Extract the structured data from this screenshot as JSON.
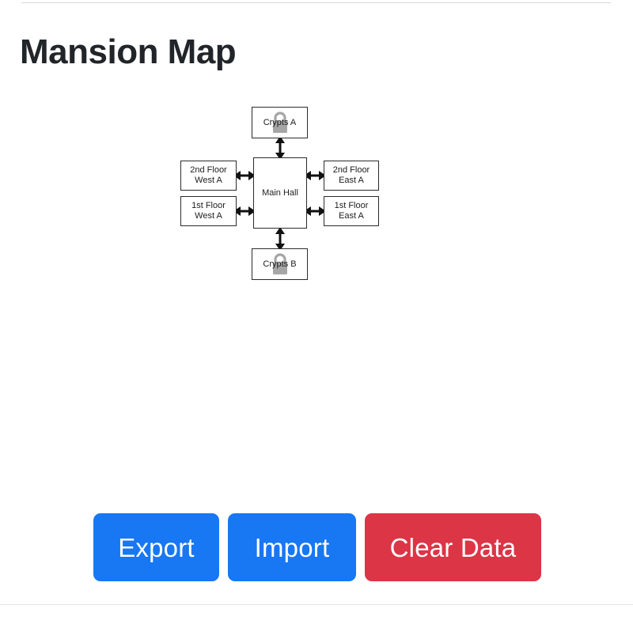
{
  "page": {
    "title": "Mansion Map"
  },
  "colors": {
    "primary_button": "#1877f2",
    "danger_button": "#dc3546",
    "node_border": "#2b2b2b",
    "node_fill": "#ffffff",
    "lock_icon": "#a6a6a6",
    "title_text": "#212529",
    "rule": "#d8d9db"
  },
  "map": {
    "nodes": [
      {
        "id": "crypts-a",
        "label": "Crypts A",
        "locked": true,
        "lock_icon": "padlock-icon"
      },
      {
        "id": "2f-west-a",
        "label": "2nd Floor\nWest A",
        "locked": false
      },
      {
        "id": "1f-west-a",
        "label": "1st Floor\nWest A",
        "locked": false
      },
      {
        "id": "main-hall",
        "label": "Main Hall",
        "locked": false
      },
      {
        "id": "2f-east-a",
        "label": "2nd Floor\nEast A",
        "locked": false
      },
      {
        "id": "1f-east-a",
        "label": "1st Floor\nEast A",
        "locked": false
      },
      {
        "id": "crypts-b",
        "label": "Crypts B",
        "locked": true,
        "lock_icon": "padlock-icon"
      }
    ],
    "connections": [
      {
        "id": "conn-top",
        "from": "main-hall",
        "to": "crypts-a",
        "direction": "vertical",
        "arrows": "both"
      },
      {
        "id": "conn-bottom",
        "from": "main-hall",
        "to": "crypts-b",
        "direction": "vertical",
        "arrows": "both"
      },
      {
        "id": "conn-w2",
        "from": "2f-west-a",
        "to": "main-hall",
        "direction": "horizontal",
        "arrows": "both"
      },
      {
        "id": "conn-w1",
        "from": "1f-west-a",
        "to": "main-hall",
        "direction": "horizontal",
        "arrows": "both"
      },
      {
        "id": "conn-e2",
        "from": "main-hall",
        "to": "2f-east-a",
        "direction": "horizontal",
        "arrows": "both"
      },
      {
        "id": "conn-e1",
        "from": "main-hall",
        "to": "1f-east-a",
        "direction": "horizontal",
        "arrows": "both"
      }
    ]
  },
  "actions": {
    "export_label": "Export",
    "import_label": "Import",
    "clear_label": "Clear Data"
  }
}
